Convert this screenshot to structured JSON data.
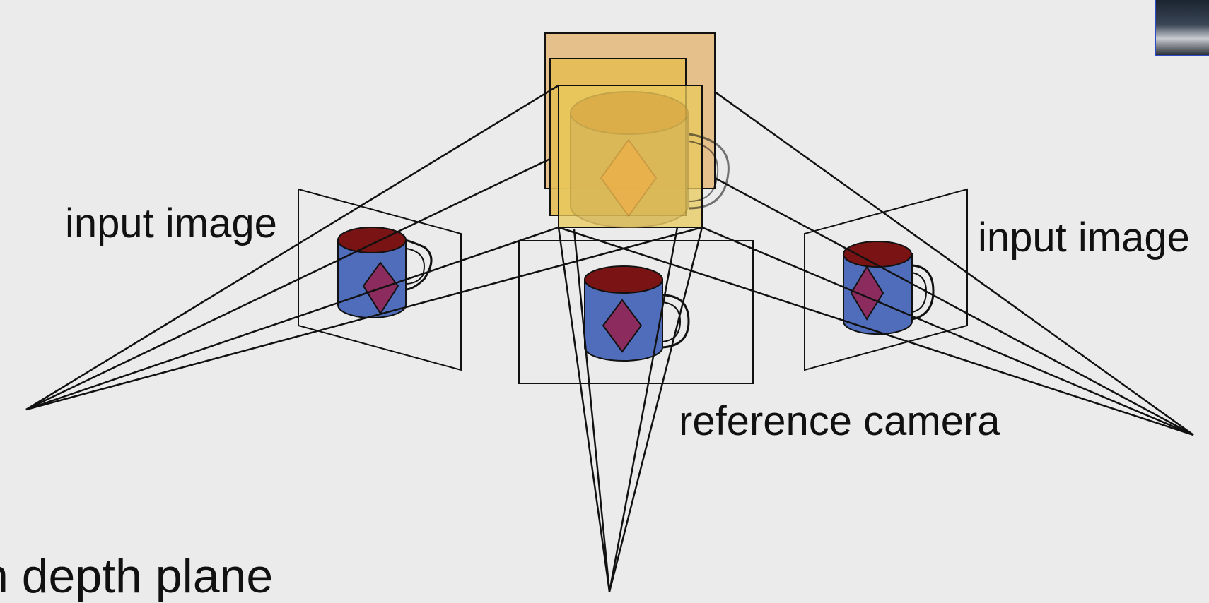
{
  "labels": {
    "input_left": "input image",
    "input_right": "input image",
    "reference": "reference camera",
    "depth": "n depth plane"
  },
  "colors": {
    "background": "#ebebeb",
    "mug_body": "#4f6dbb",
    "mug_top": "#7a1414",
    "diamond": "#8c2c5e",
    "plane_back": "#e6c08a",
    "plane_mid": "#e6bd55",
    "plane_front": "#e8c95c"
  },
  "icons": {
    "webcam": "presenter-webcam-thumbnail"
  }
}
